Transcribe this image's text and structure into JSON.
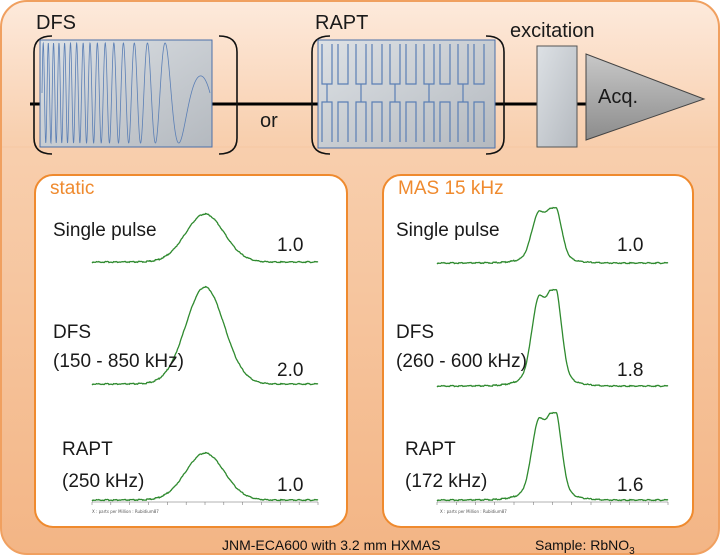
{
  "sequence": {
    "dfs_label": "DFS",
    "rapt_label": "RAPT",
    "or_label": "or",
    "excitation_label": "excitation",
    "acq_label": "Acq."
  },
  "panels": [
    {
      "title": "static",
      "rows": [
        {
          "name_line1": "Single pulse",
          "name_line2": "",
          "value": "1.0"
        },
        {
          "name_line1": "DFS",
          "name_line2": "(150 - 850 kHz)",
          "value": "2.0"
        },
        {
          "name_line1": "RAPT",
          "name_line2": "(250 kHz)",
          "value": "1.0"
        }
      ],
      "axis_caption": "X : parts per Million : Rubidium87"
    },
    {
      "title": "MAS 15 kHz",
      "rows": [
        {
          "name_line1": "Single pulse",
          "name_line2": "",
          "value": "1.0"
        },
        {
          "name_line1": "DFS",
          "name_line2": "(260 - 600 kHz)",
          "value": "1.8"
        },
        {
          "name_line1": "RAPT",
          "name_line2": "(172 kHz)",
          "value": "1.6"
        }
      ],
      "axis_caption": "X : parts per Million : Rubidium87"
    }
  ],
  "footer": {
    "instrument": "JNM-ECA600 with 3.2 mm HXMAS",
    "sample_prefix": "Sample: RbNO",
    "sample_subscript": "3"
  },
  "colors": {
    "background_top": "#fbe2cf",
    "background_bottom": "#f2b07a",
    "border": "#f0a060",
    "panel_border": "#ef8a2e",
    "spectrum": "#2f8a2f",
    "block_fill": "#c8ccd0",
    "waveform": "#5b7fb5"
  }
}
